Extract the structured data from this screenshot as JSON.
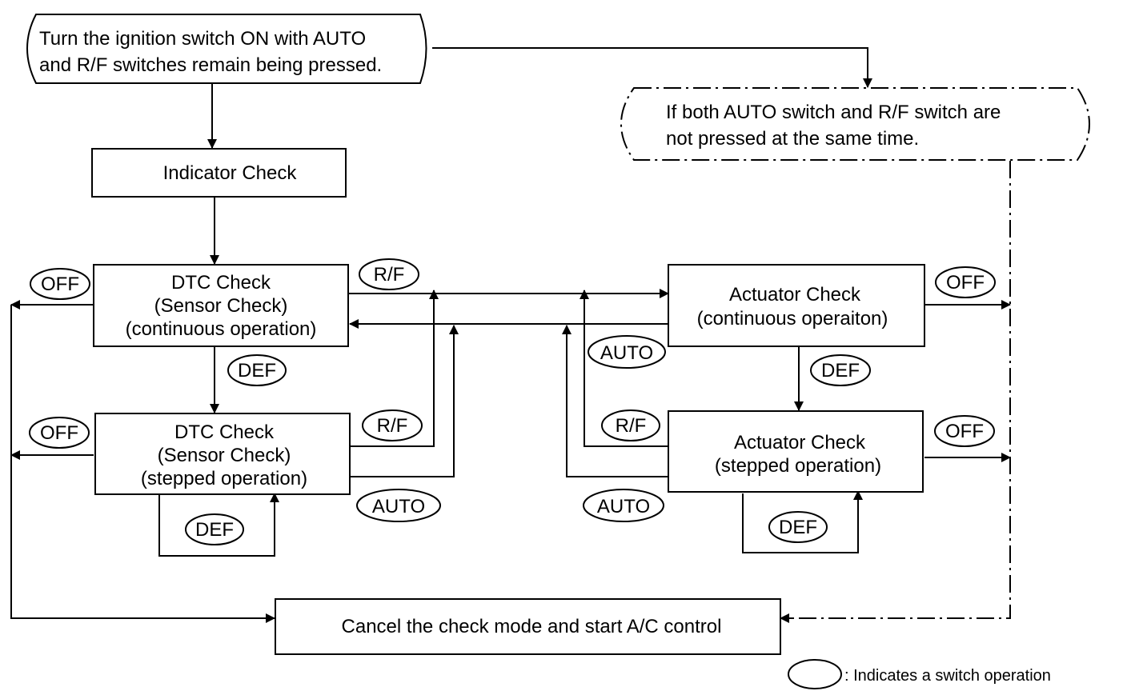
{
  "start_node": {
    "line1": "Turn the ignition switch ON with AUTO",
    "line2": "and R/F switches remain being pressed."
  },
  "alt_node": {
    "line1": "If both AUTO switch and R/F switch are",
    "line2": "not pressed at the same time."
  },
  "indicator_check": {
    "label": "Indicator Check"
  },
  "dtc_continuous": {
    "line1": "DTC Check",
    "line2": "(Sensor Check)",
    "line3": "(continuous operation)"
  },
  "dtc_stepped": {
    "line1": "DTC Check",
    "line2": "(Sensor Check)",
    "line3": "(stepped operation)"
  },
  "actuator_continuous": {
    "line1": "Actuator Check",
    "line2": "(continuous operaiton)"
  },
  "actuator_stepped": {
    "line1": "Actuator Check",
    "line2": "(stepped operation)"
  },
  "cancel_node": {
    "label": "Cancel the check mode and start A/C control"
  },
  "switches": {
    "off": "OFF",
    "def": "DEF",
    "rf": "R/F",
    "auto": "AUTO"
  },
  "legend": {
    "text": ": Indicates a switch operation"
  }
}
